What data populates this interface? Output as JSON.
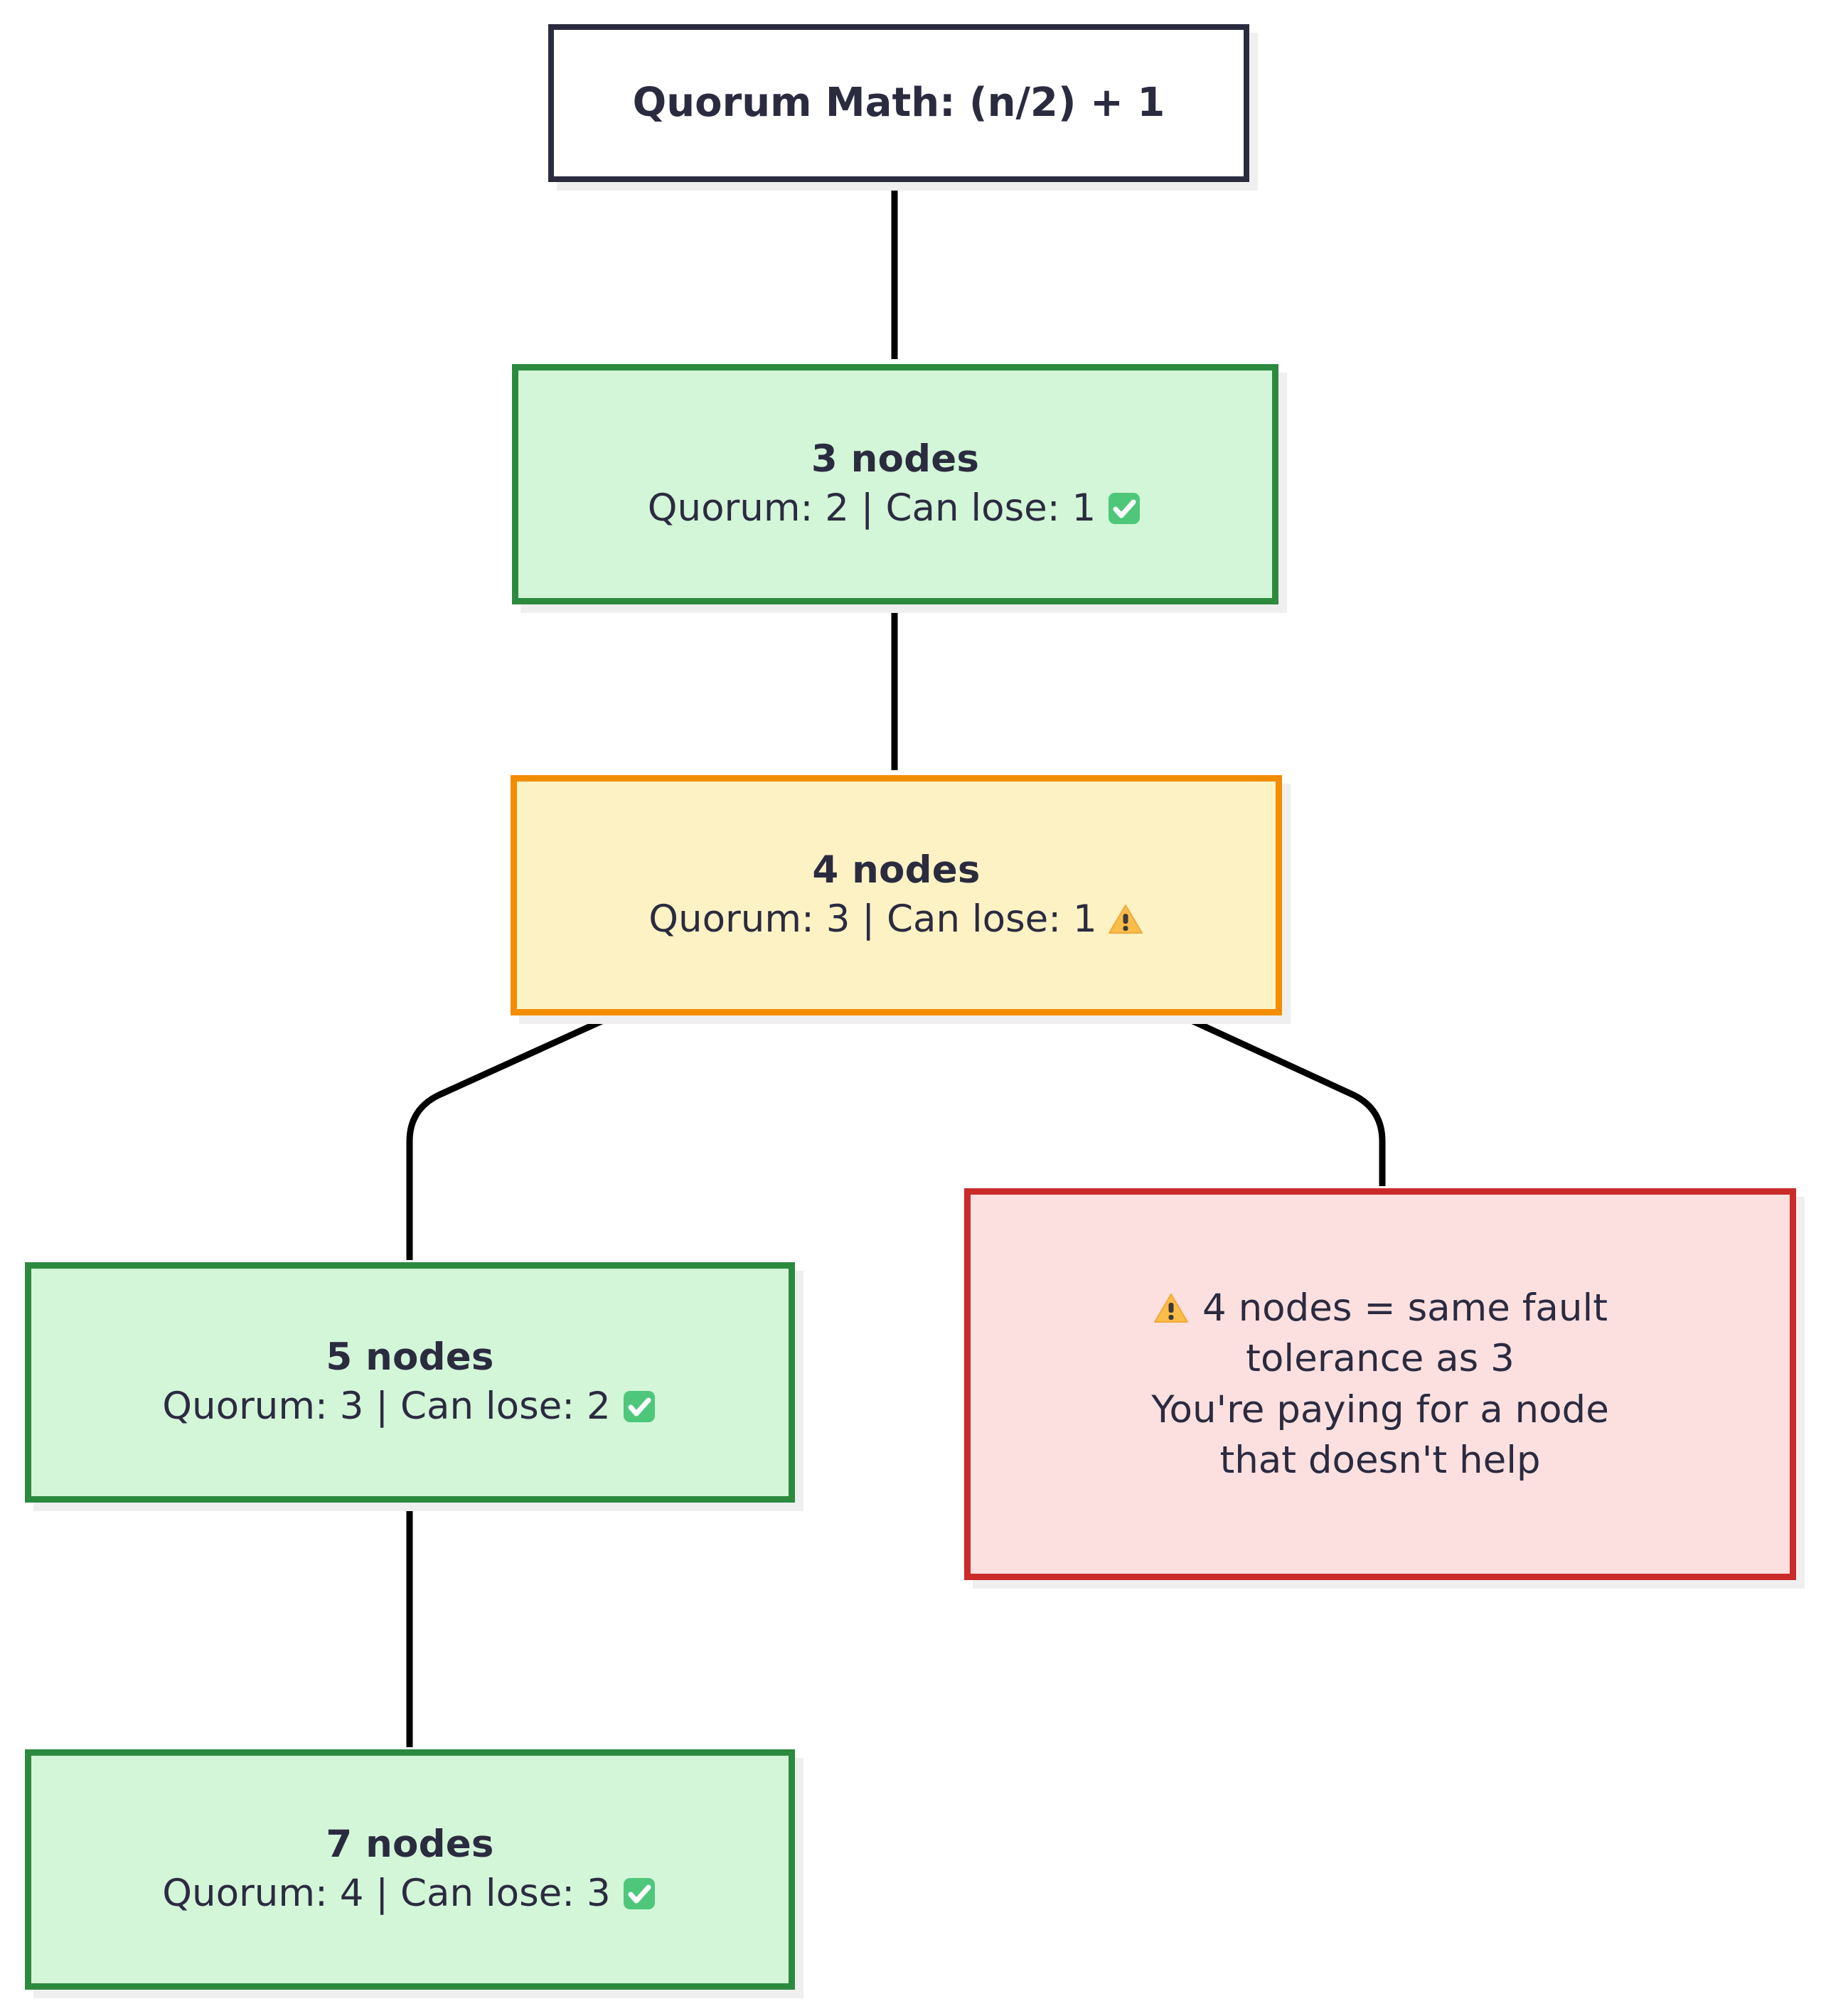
{
  "diagram": {
    "type": "flowchart",
    "title": "Quorum Math: (n/2) + 1",
    "root": {
      "id": "root",
      "label": "Quorum Math: (n/2) + 1",
      "style": "outline-dark"
    },
    "nodes": [
      {
        "id": "n3",
        "title": "3 nodes",
        "detail": "Quorum: 2 | Can lose: 1",
        "quorum": 2,
        "can_lose": 1,
        "status_icon": "white-check-mark-icon",
        "style": "green"
      },
      {
        "id": "n4",
        "title": "4 nodes",
        "detail": "Quorum: 3 | Can lose: 1",
        "quorum": 3,
        "can_lose": 1,
        "status_icon": "warning-triangle-icon",
        "style": "yellow"
      },
      {
        "id": "n5",
        "title": "5 nodes",
        "detail": "Quorum: 3 | Can lose: 2",
        "quorum": 3,
        "can_lose": 2,
        "status_icon": "white-check-mark-icon",
        "style": "green"
      },
      {
        "id": "n7",
        "title": "7 nodes",
        "detail": "Quorum: 4 | Can lose: 3",
        "quorum": 4,
        "can_lose": 3,
        "status_icon": "white-check-mark-icon",
        "style": "green"
      }
    ],
    "warning": {
      "id": "warn",
      "icon": "warning-triangle-icon",
      "line1": "4 nodes = same fault",
      "line2": "tolerance as 3",
      "line3": "You're paying for a node",
      "line4": "that doesn't help",
      "style": "red"
    },
    "edges": [
      {
        "from": "root",
        "to": "n3"
      },
      {
        "from": "n3",
        "to": "n4"
      },
      {
        "from": "n4",
        "to": "n5"
      },
      {
        "from": "n4",
        "to": "warn"
      },
      {
        "from": "n5",
        "to": "n7"
      }
    ],
    "colors": {
      "background": "#ffffff",
      "text": "#2b2b40",
      "edge": "#000000",
      "shadow": "#efefef",
      "root_border": "#2b2b40",
      "root_fill": "#ffffff",
      "green_fill": "#d2f6d7",
      "green_border": "#2c8a3f",
      "yellow_fill": "#fdf2c4",
      "yellow_border": "#f28c00",
      "red_fill": "#fce0e0",
      "red_border": "#cb2a2a",
      "check_icon": "#4cc munged",
      "check_icon_fill": "#4ec77a",
      "warn_icon_fill": "#fbbd4a"
    }
  }
}
